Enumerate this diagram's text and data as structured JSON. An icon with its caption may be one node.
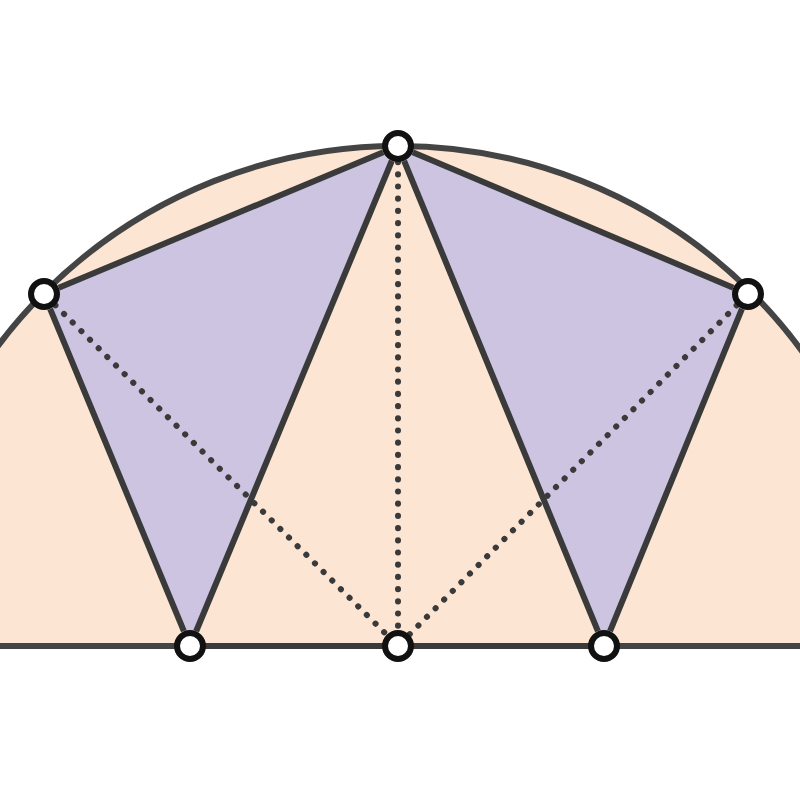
{
  "diagram": {
    "nodes": [
      {
        "text": [],
        "shape": "circle"
      },
      {
        "text": [],
        "shape": "circle"
      },
      {
        "text": [],
        "shape": "circle"
      },
      {
        "text": [],
        "shape": "circle"
      },
      {
        "text": [],
        "shape": "circle"
      },
      {
        "text": [],
        "shape": "circle"
      }
    ],
    "edges": [
      {
        "from": 0,
        "to": 1,
        "arrow": "none"
      },
      {
        "from": 1,
        "to": 2,
        "arrow": "none"
      },
      {
        "from": 0,
        "to": 3,
        "arrow": "none"
      },
      {
        "from": 3,
        "to": 1,
        "arrow": "none"
      },
      {
        "from": 1,
        "to": 5,
        "arrow": "none"
      },
      {
        "from": 5,
        "to": 2,
        "arrow": "none"
      },
      {
        "from": 0,
        "to": 4,
        "arrow": "none",
        "style": "dashed"
      },
      {
        "from": 1,
        "to": 4,
        "arrow": "none",
        "style": "dashed"
      },
      {
        "from": 2,
        "to": 4,
        "arrow": "none",
        "style": "dashed"
      },
      {
        "from": 3,
        "to": 4,
        "arrow": "none"
      },
      {
        "from": 4,
        "to": 5,
        "arrow": "none"
      }
    ]
  }
}
